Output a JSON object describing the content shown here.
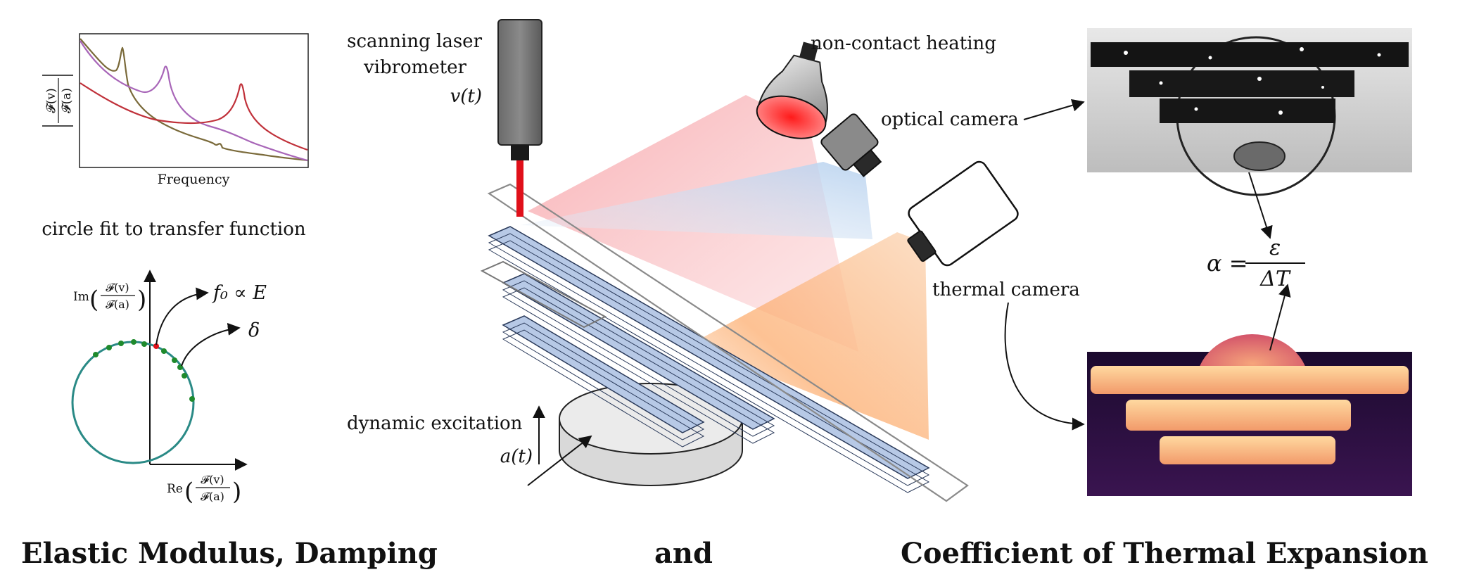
{
  "transfer_plot": {
    "xlabel": "Frequency",
    "ylabel_num": "𝓕(v)",
    "ylabel_den": "𝓕(a)"
  },
  "circle_fit": {
    "caption": "circle fit to transfer function",
    "im_label": "Im",
    "re_label": "Re",
    "frac_num": "𝓕(v)",
    "frac_den": "𝓕(a)",
    "f0_label": "f₀ ∝ E",
    "delta_label": "δ"
  },
  "setup": {
    "vibrometer_label_1": "scanning laser",
    "vibrometer_label_2": "vibrometer",
    "velocity_label": "v(t)",
    "heating_label": "non-contact heating",
    "optical_label": "optical camera",
    "thermal_label": "thermal camera",
    "excitation_label": "dynamic excitation",
    "accel_label": "a(t)"
  },
  "formula": {
    "lhs": "α =",
    "num": "ε",
    "den": "ΔT"
  },
  "bottom": {
    "left": "Elastic Modulus, Damping",
    "middle": "and",
    "right": "Coefficient of Thermal Expansion"
  },
  "colors": {
    "curve_red": "#c0313a",
    "curve_purple": "#a866b8",
    "curve_olive": "#7a6a3a",
    "circle_teal": "#2a8a86",
    "fit_point_green": "#1f8a2c",
    "beam_blue": "#b7c9e6",
    "laser_red": "#e0101a"
  }
}
